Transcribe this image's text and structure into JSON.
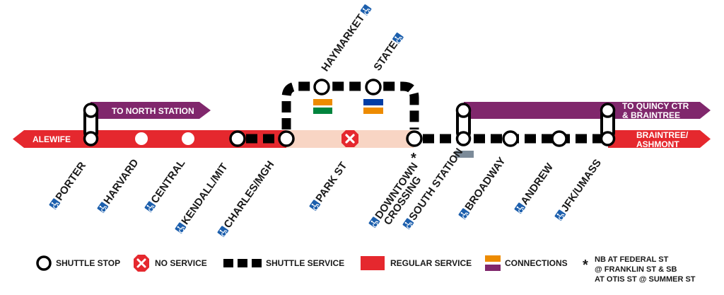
{
  "colors": {
    "red": "#e5282e",
    "purple": "#80276c",
    "pink": "#f8d5c4",
    "black": "#000000",
    "orange": "#ed8b00",
    "green": "#00843d",
    "blue": "#003da5",
    "gray": "#7c8b99",
    "accessible_blue": "#1c5fad"
  },
  "arrows": {
    "alewife": "ALEWIFE",
    "to_north_station": "TO NORTH STATION",
    "to_quincy": [
      "TO QUINCY CTR",
      "& BRAINTREE"
    ],
    "braintree_ashmont": [
      "BRAINTREE/",
      "ASHMONT"
    ]
  },
  "stations": {
    "porter": "PORTER",
    "harvard": "HARVARD",
    "central": "CENTRAL",
    "kendall": "KENDALL/MIT",
    "charles": "CHARLES/MGH",
    "park": "PARK ST",
    "downtown": [
      "DOWNTOWN",
      "CROSSING"
    ],
    "south": "SOUTH STATION",
    "broadway": "BROADWAY",
    "andrew": "ANDREW",
    "jfk": "JFK/UMASS",
    "haymarket": "HAYMARKET",
    "state": "STATE"
  },
  "asterisk": "*",
  "legend": {
    "shuttle_stop": "SHUTTLE STOP",
    "no_service": "NO SERVICE",
    "shuttle_service": "SHUTTLE SERVICE",
    "regular_service": "REGULAR SERVICE",
    "connections": "CONNECTIONS",
    "note_mark": "*",
    "note_lines": [
      "NB AT FEDERAL ST",
      "@ FRANKLIN ST & SB",
      "AT OTIS ST @ SUMMER ST"
    ]
  }
}
